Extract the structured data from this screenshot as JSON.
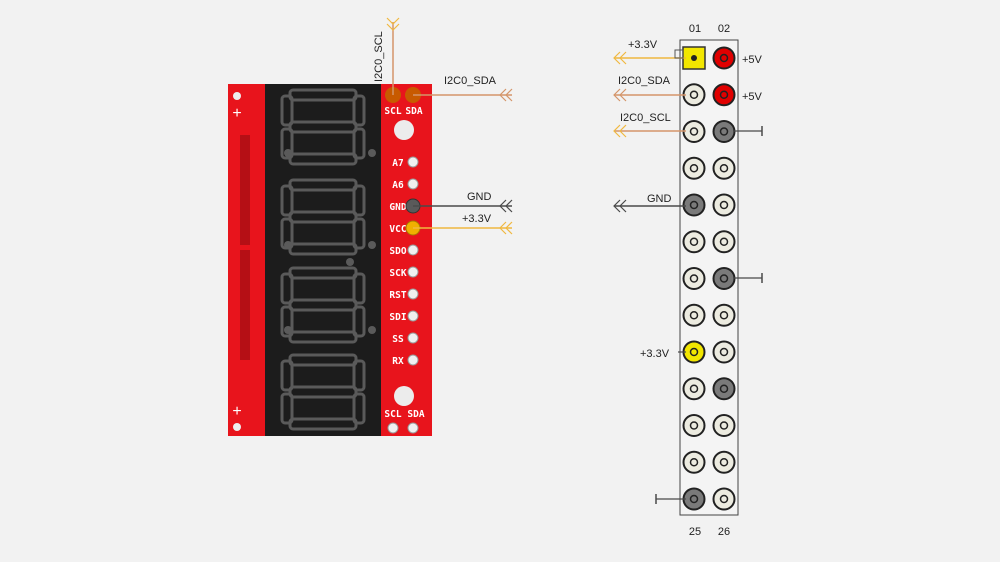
{
  "display_board": {
    "plus_sign_top": "+",
    "plus_sign_bottom": "+",
    "bottom_pins": [
      "SCL",
      "SDA"
    ],
    "pin_labels": [
      "SCL",
      "SDA",
      "A7",
      "A6",
      "GND",
      "VCC",
      "SDO",
      "SCK",
      "RST",
      "SDI",
      "SS",
      "RX"
    ]
  },
  "display_wires": {
    "scl_label": "I2C0_SCL",
    "sda_label": "I2C0_SDA",
    "gnd_label": "GND",
    "vcc_label": "+3.3V"
  },
  "header": {
    "col_top_left": "01",
    "col_top_right": "02",
    "col_bottom_left": "25",
    "col_bottom_right": "26"
  },
  "header_labels": {
    "pin1": "+3.3V",
    "pin2": "+5V",
    "pin3": "I2C0_SDA",
    "pin4": "+5V",
    "pin5": "I2C0_SCL",
    "pin9": "GND",
    "pin17": "+3.3V"
  },
  "colors": {
    "board_red": "#e8141c",
    "display_black": "#1c1c1c",
    "segment_grey": "#5a5a5a",
    "wire_orange": "#d4956a",
    "wire_yellow": "#f0b840",
    "wire_grey": "#4a4a4a",
    "pin_yellow": "#f2e600",
    "pin_red": "#e00000",
    "pin_grey": "#7a7a7a",
    "pin_cream": "#ecebe0"
  }
}
